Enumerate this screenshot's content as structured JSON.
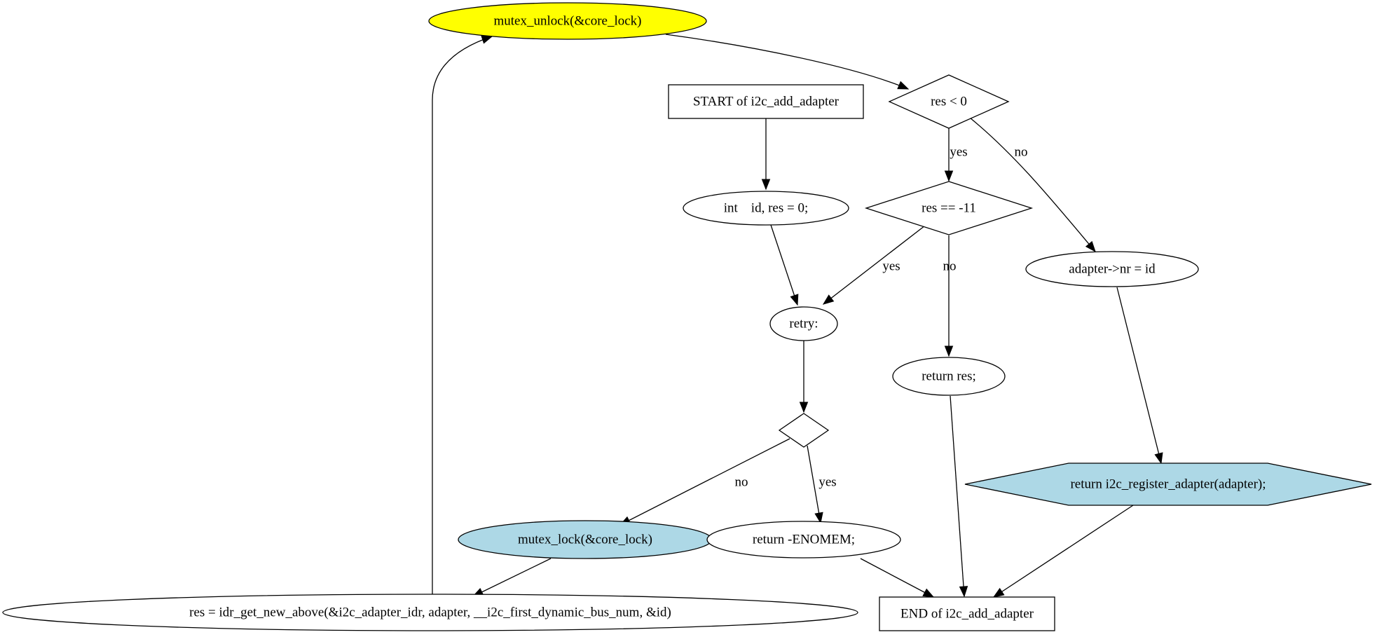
{
  "diagram": {
    "nodes": {
      "start": {
        "label": "START of i2c_add_adapter",
        "shape": "box",
        "fill": "#ffffff",
        "stroke": "#000000"
      },
      "decl": {
        "label": "int    id, res = 0;",
        "shape": "ellipse",
        "fill": "#ffffff",
        "stroke": "#000000"
      },
      "retry": {
        "label": "retry:",
        "shape": "ellipse",
        "fill": "#ffffff",
        "stroke": "#000000"
      },
      "cond_empty": {
        "label": "",
        "shape": "diamond",
        "fill": "#ffffff",
        "stroke": "#000000"
      },
      "mutex_lock": {
        "label": "mutex_lock(&core_lock)",
        "shape": "ellipse",
        "fill": "#add8e6",
        "stroke": "#000000"
      },
      "idr_get": {
        "label": "res = idr_get_new_above(&i2c_adapter_idr, adapter, __i2c_first_dynamic_bus_num, &id)",
        "shape": "ellipse",
        "fill": "#ffffff",
        "stroke": "#000000"
      },
      "mutex_unlock": {
        "label": "mutex_unlock(&core_lock)",
        "shape": "ellipse",
        "fill": "#ffff00",
        "stroke": "#000000"
      },
      "res_lt_0": {
        "label": "res < 0",
        "shape": "diamond",
        "fill": "#ffffff",
        "stroke": "#000000"
      },
      "res_eq_11": {
        "label": "res == -11",
        "shape": "diamond",
        "fill": "#ffffff",
        "stroke": "#000000"
      },
      "adapter_nr": {
        "label": "adapter->nr = id",
        "shape": "ellipse",
        "fill": "#ffffff",
        "stroke": "#000000"
      },
      "return_res": {
        "label": "return res;",
        "shape": "ellipse",
        "fill": "#ffffff",
        "stroke": "#000000"
      },
      "return_enomem": {
        "label": "return -ENOMEM;",
        "shape": "ellipse",
        "fill": "#ffffff",
        "stroke": "#000000"
      },
      "return_register": {
        "label": "return i2c_register_adapter(adapter);",
        "shape": "hexagon",
        "fill": "#add8e6",
        "stroke": "#ffff00"
      },
      "end": {
        "label": "END of i2c_add_adapter",
        "shape": "box",
        "fill": "#ffffff",
        "stroke": "#000000"
      }
    },
    "edges": [
      {
        "from": "start",
        "to": "decl",
        "label": ""
      },
      {
        "from": "decl",
        "to": "retry",
        "label": ""
      },
      {
        "from": "retry",
        "to": "cond_empty",
        "label": ""
      },
      {
        "from": "cond_empty",
        "to": "mutex_lock",
        "label": "no"
      },
      {
        "from": "cond_empty",
        "to": "return_enomem",
        "label": "yes"
      },
      {
        "from": "mutex_lock",
        "to": "idr_get",
        "label": ""
      },
      {
        "from": "idr_get",
        "to": "mutex_unlock",
        "label": ""
      },
      {
        "from": "mutex_unlock",
        "to": "res_lt_0",
        "label": ""
      },
      {
        "from": "res_lt_0",
        "to": "res_eq_11",
        "label": "yes"
      },
      {
        "from": "res_lt_0",
        "to": "adapter_nr",
        "label": "no"
      },
      {
        "from": "res_eq_11",
        "to": "retry",
        "label": "yes"
      },
      {
        "from": "res_eq_11",
        "to": "return_res",
        "label": "no"
      },
      {
        "from": "adapter_nr",
        "to": "return_register",
        "label": ""
      },
      {
        "from": "return_res",
        "to": "end",
        "label": ""
      },
      {
        "from": "return_enomem",
        "to": "end",
        "label": ""
      },
      {
        "from": "return_register",
        "to": "end",
        "label": ""
      }
    ]
  }
}
